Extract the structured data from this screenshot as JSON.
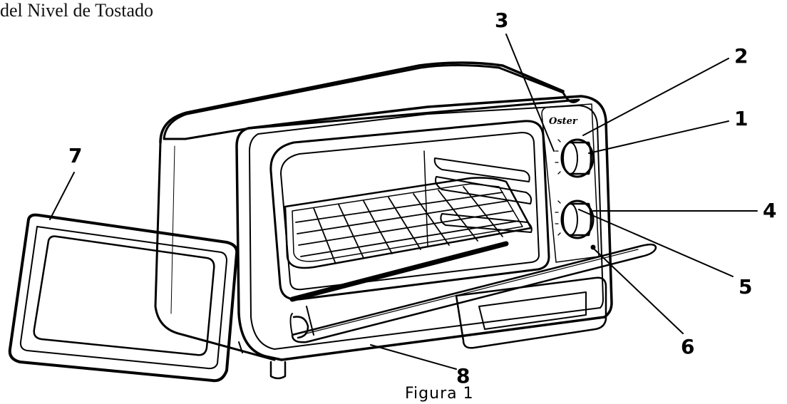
{
  "header": {
    "text": "del Nivel de Tostado"
  },
  "figure": {
    "caption": "Figura 1",
    "brand": "Oster"
  },
  "callouts": [
    {
      "id": "1",
      "label": "1"
    },
    {
      "id": "2",
      "label": "2"
    },
    {
      "id": "3",
      "label": "3"
    },
    {
      "id": "4",
      "label": "4"
    },
    {
      "id": "5",
      "label": "5"
    },
    {
      "id": "6",
      "label": "6"
    },
    {
      "id": "7",
      "label": "7"
    },
    {
      "id": "8",
      "label": "8"
    }
  ]
}
